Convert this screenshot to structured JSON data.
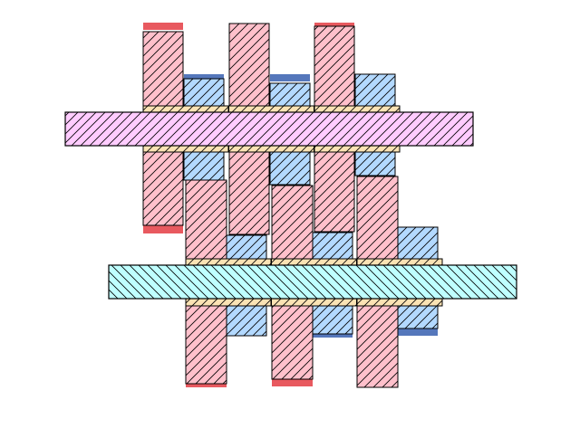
{
  "colors": {
    "background": "#ffffff",
    "pink_fill": "#ffc0cb",
    "blue_fill": "#b3d9ff",
    "red_edge": "#e8595f",
    "dark_blue_edge": "#5577bb",
    "strip_fill": "#fbe3b4",
    "magenta_bar_fill": "#ffccff",
    "cyan_bar_fill": "#bfffff",
    "outline": "#000000"
  },
  "hatch": {
    "pink": "forward-diagonal",
    "blue": "forward-diagonal",
    "strip": "forward-diagonal",
    "magenta_bar": "forward-diagonal",
    "cyan_bar": "back-diagonal"
  }
}
